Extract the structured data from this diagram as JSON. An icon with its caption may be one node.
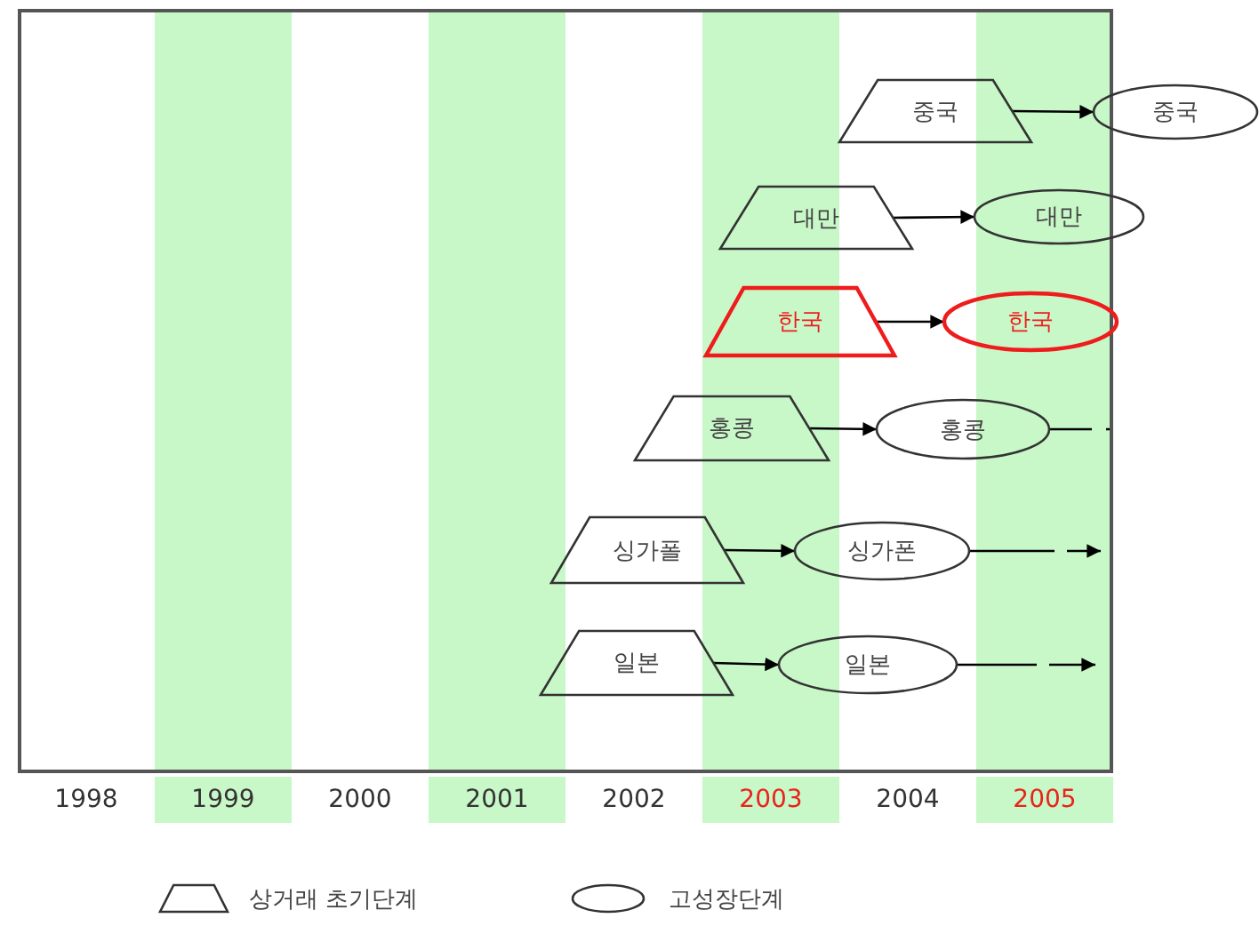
{
  "diagram": {
    "nodes": [
      {
        "text": [
          "중국"
        ]
      },
      {
        "text": [
          "중국"
        ]
      },
      {
        "text": [
          "대만"
        ]
      },
      {
        "text": [
          "대만"
        ]
      },
      {
        "text": [
          "한국"
        ]
      },
      {
        "text": [
          "한국"
        ]
      },
      {
        "text": [
          "홍콩"
        ]
      },
      {
        "text": [
          "홍콩"
        ]
      },
      {
        "text": [
          "싱가폴"
        ]
      },
      {
        "text": [
          "싱가폰"
        ]
      },
      {
        "text": [
          "일본"
        ]
      },
      {
        "text": [
          "일본"
        ]
      }
    ],
    "edges": [
      {
        "from": 0,
        "to": 1,
        "arrow": "to"
      },
      {
        "from": 2,
        "to": 3,
        "arrow": "to"
      },
      {
        "from": 4,
        "to": 5,
        "arrow": "to"
      },
      {
        "from": 6,
        "to": 7,
        "arrow": "to"
      },
      {
        "from": 8,
        "to": 9,
        "arrow": "to"
      },
      {
        "from": 10,
        "to": 11,
        "arrow": "to"
      },
      {
        "from": 7,
        "to": null,
        "arrow": "none"
      },
      {
        "from": 9,
        "to": null,
        "arrow": "to"
      },
      {
        "from": 11,
        "to": null,
        "arrow": "to"
      }
    ],
    "labels": [
      "1998",
      "1999",
      "2000",
      "2001",
      "2002",
      "2003",
      "2004",
      "2005"
    ],
    "legend": [
      {
        "text": "상거래 초기단계"
      },
      {
        "text": "고성장단계"
      }
    ]
  }
}
